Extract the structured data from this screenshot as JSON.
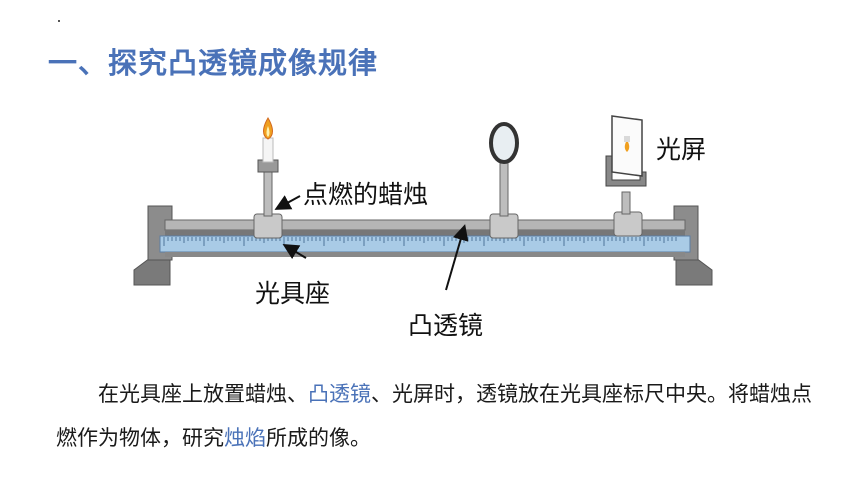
{
  "title": "一、探究凸透镜成像规律",
  "labels": {
    "screen": "光屏",
    "candle": "点燃的蜡烛",
    "bench": "光具座",
    "lens": "凸透镜"
  },
  "paragraph": {
    "p1": "在光具座上放置蜡烛、",
    "h1": "凸透镜",
    "p2": "、光屏时，透镜放在光具座标尺中央。将蜡烛点燃作为物体，研究",
    "h2": "烛焰",
    "p3": "所成的像。"
  },
  "colors": {
    "accent": "#4a72b8",
    "ruler": "#a9cbe6"
  }
}
